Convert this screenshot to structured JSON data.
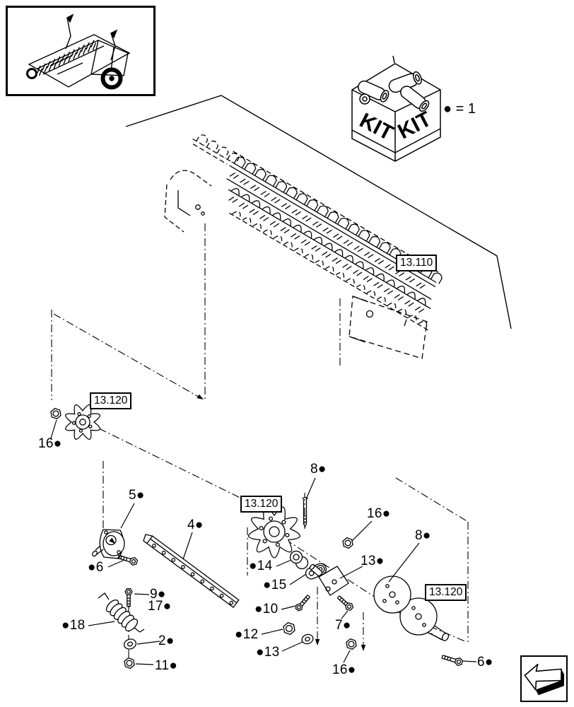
{
  "legend": {
    "equation": "● = 1"
  },
  "kit": {
    "label": "KIT"
  },
  "refs": {
    "assembly": "13.110",
    "left_sprocket": "13.120",
    "mid_sprocket": "13.120",
    "right_discs": "13.120"
  },
  "callouts": {
    "c16_left": "16●",
    "c8_mid": "8●",
    "c5": "5●",
    "c16_right": "16●",
    "c4": "4●",
    "c8_right": "8●",
    "c13_right": "13●",
    "c14": "●14",
    "c6_left": "●6",
    "c15": "●15",
    "c9": "9●",
    "c17": "17●",
    "c10": "●10",
    "c18": "●18",
    "c7": "7●",
    "c12": "●12",
    "c2": "2●",
    "c13_bottom": "●13",
    "c11": "11●",
    "c16_bottom": "16●",
    "c6_right": "6●"
  }
}
